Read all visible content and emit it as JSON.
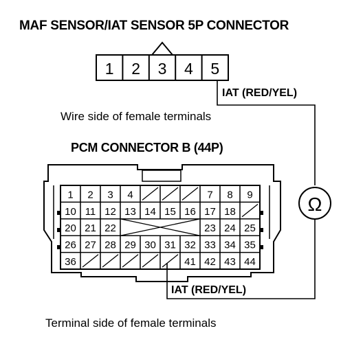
{
  "maf_connector": {
    "title": "MAF SENSOR/IAT SENSOR 5P CONNECTOR",
    "pins": [
      "1",
      "2",
      "3",
      "4",
      "5"
    ],
    "caption": "Wire side of female terminals"
  },
  "pcm_connector": {
    "title": "PCM CONNECTOR B (44P)",
    "caption": "Terminal side of female terminals",
    "rows": [
      [
        "1",
        "2",
        "3",
        "4",
        "",
        "",
        "",
        "7",
        "8",
        "9"
      ],
      [
        "10",
        "11",
        "12",
        "13",
        "14",
        "15",
        "16",
        "17",
        "18",
        ""
      ],
      [
        "20",
        "21",
        "22",
        "",
        "",
        "",
        "",
        "23",
        "24",
        "25"
      ],
      [
        "26",
        "27",
        "28",
        "29",
        "30",
        "31",
        "32",
        "33",
        "34",
        "35"
      ],
      [
        "36",
        "",
        "",
        "",
        "",
        "",
        "41",
        "42",
        "43",
        "44"
      ]
    ]
  },
  "wires": {
    "top_label": "IAT (RED/YEL)",
    "bottom_label": "IAT (RED/YEL)"
  },
  "meter": {
    "symbol": "Ω",
    "icon": "ohmmeter-icon"
  }
}
